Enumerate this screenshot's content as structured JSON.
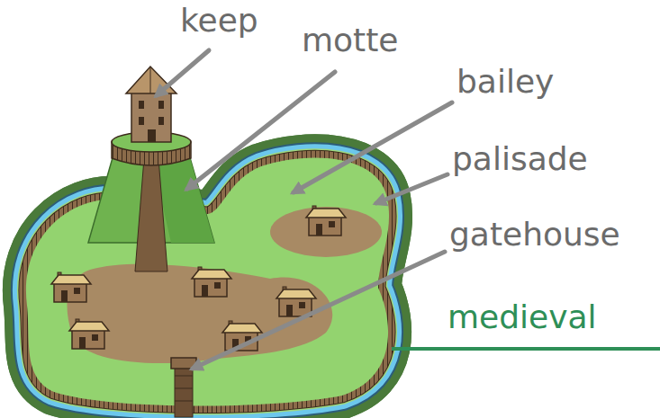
{
  "diagram": {
    "labels": [
      "keep",
      "motte",
      "bailey",
      "palisade",
      "gatehouse",
      "medieval"
    ]
  }
}
